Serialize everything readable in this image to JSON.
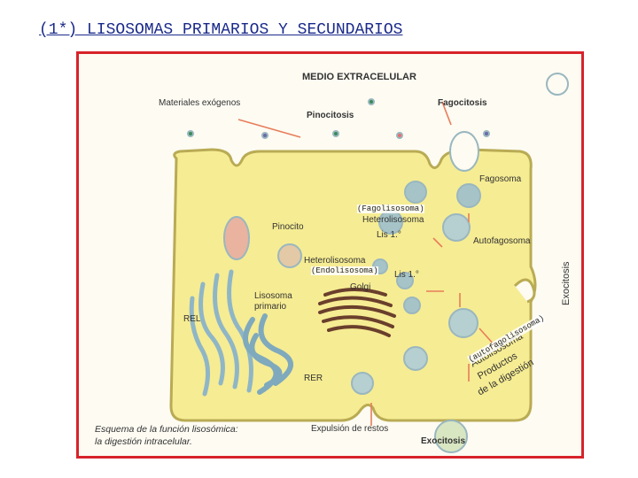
{
  "title": "(1*) LISOSOMAS PRIMARIOS Y SECUNDARIOS",
  "diagram": {
    "medio": "MEDIO EXTRACELULAR",
    "materiales": "Materiales exógenos",
    "pinocitosis": "Pinocitosis",
    "fagocitosis": "Fagocitosis",
    "fagosoma": "Fagosoma",
    "fagolisosoma": "(Fagolisosoma)",
    "heterolisosoma": "Heterolisosoma",
    "lis1a": "Lis 1.°",
    "pinocito": "Pinocito",
    "autofagosoma": "Autofagosoma",
    "heterolisosoma2": "Heterolisosoma",
    "endolisosoma": "(Endolisosoma)",
    "lis1b": "Lis 1.°",
    "golgi": "Golgi",
    "lisosoma_primario": "Lisosoma primario",
    "rel": "REL",
    "rer": "RER",
    "exocitosis_side": "Exocitosis",
    "autolisosoma": "Autolisosoma",
    "autofagolisosoma": "(autofagolisosoma)",
    "productos": "Productos",
    "digestion": "de la digestión",
    "expulsion": "Expulsión de restos",
    "exocitosis_bottom": "Exocitosis",
    "caption_line1": "Esquema de la función lisosómica:",
    "caption_line2": "la digestión intracelular."
  }
}
